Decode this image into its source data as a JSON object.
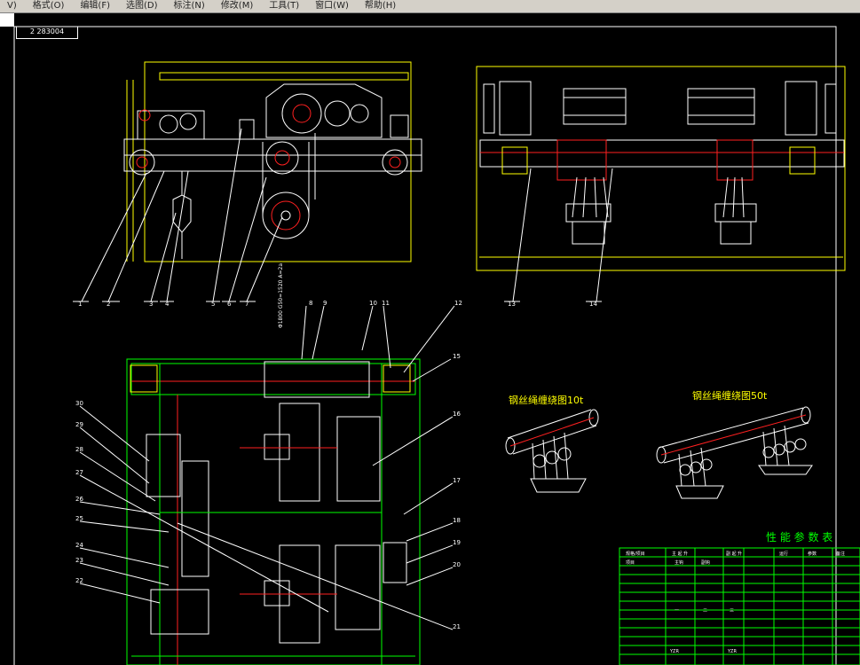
{
  "menu": {
    "items": [
      "V)",
      "格式(O)",
      "编辑(F)",
      "选图(D)",
      "标注(N)",
      "修改(M)",
      "工具(T)",
      "窗口(W)",
      "帮助(H)"
    ]
  },
  "drawing": {
    "tab_label": "2 283004",
    "view_labels": {
      "rope_10t": "钢丝绳缠绕图10t",
      "rope_50t": "钢丝绳缠绕图50t",
      "perf_table_title": "性 能 参 数 表"
    },
    "vertical_note": "Φ1800 G50=1520 A=2a"
  },
  "callouts": {
    "top_left": [
      "1",
      "2",
      "3",
      "4",
      "5",
      "6",
      "7"
    ],
    "top_right": [
      "13",
      "14"
    ],
    "plan_top": [
      "8",
      "9",
      "10",
      "11",
      "12",
      "15",
      "16",
      "17",
      "18",
      "19",
      "20",
      "21"
    ],
    "plan_left": [
      "30",
      "29",
      "28",
      "27",
      "26",
      "25",
      "24",
      "23",
      "22"
    ]
  },
  "perf_table": {
    "cells": [
      "规格/项目",
      "主 起 升",
      "副 起 升",
      "项目",
      "一",
      "二",
      "三",
      "主钩",
      "副钩",
      "运行",
      "参数",
      "备注",
      "YZR",
      "YZR"
    ]
  },
  "colors": {
    "background": "#000000",
    "outline": "#ffff00",
    "detail": "#ffffff",
    "accent": "#ff2020",
    "frame": "#00ff00"
  }
}
